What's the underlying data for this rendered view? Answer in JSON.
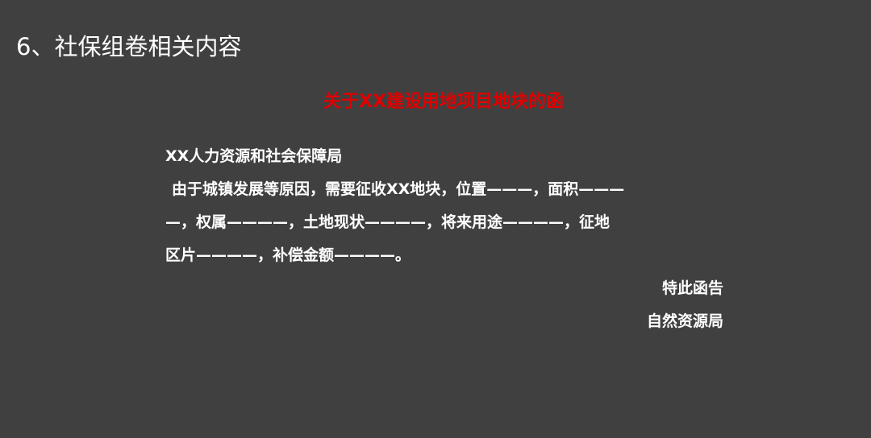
{
  "slide": {
    "title": "6、社保组卷相关内容",
    "background_color": "#404040"
  },
  "letter": {
    "title": "关于XX建设用地项目地块的函",
    "title_color": "#e00000",
    "recipient": "XX人力资源和社会保障局",
    "body_lines": [
      "由于城镇发展等原因，需要征收XX地块，位置———，面积———",
      "—，权属————，土地现状————，将来用途————，征地",
      "区片————，补偿金额————。"
    ],
    "closing": "特此函告",
    "sender": "自然资源局"
  }
}
